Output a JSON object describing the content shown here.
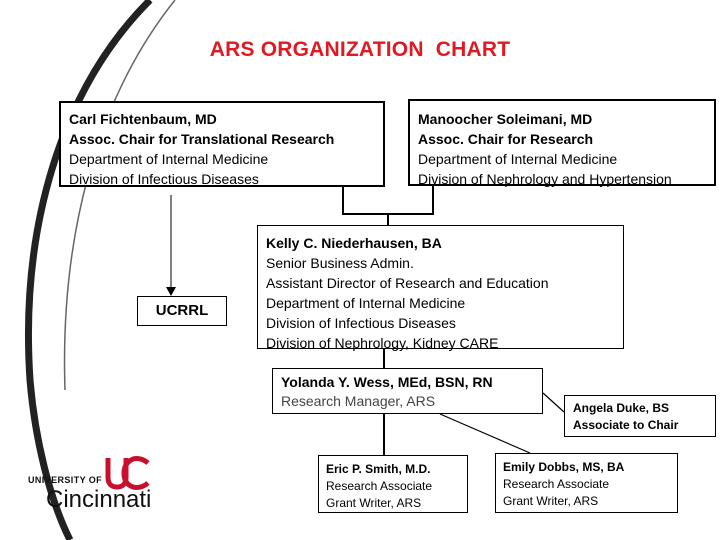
{
  "title": "ARS ORGANIZATION  CHART",
  "nodes": {
    "carl": {
      "name": "Carl Fichtenbaum, MD",
      "role": "Assoc. Chair for Translational Research",
      "dept": "Department of Internal Medicine",
      "division": "Division of Infectious Diseases"
    },
    "manoocher": {
      "name": "Manoocher Soleimani, MD",
      "role": "Assoc. Chair for Research",
      "dept": "Department of Internal Medicine",
      "division": "Division of Nephrology and Hypertension"
    },
    "kelly": {
      "name": "Kelly C. Niederhausen, BA",
      "line1": "Senior Business Admin.",
      "line2": "Assistant Director of Research and Education",
      "line3": "Department of Internal Medicine",
      "line4": "Division of Infectious Diseases",
      "line5": "Division of Nephrology, Kidney CARE"
    },
    "yolanda": {
      "name": "Yolanda Y. Wess, MEd, BSN, RN",
      "role": "Research Manager, ARS"
    },
    "angela": {
      "name": "Angela Duke, BS",
      "role": "Associate to Chair"
    },
    "eric": {
      "name": "Eric P. Smith, M.D.",
      "role": "Research Associate",
      "role2": "Grant Writer, ARS"
    },
    "emily": {
      "name": "Emily Dobbs, MS, BA",
      "role": "Research Associate",
      "role2": "Grant Writer, ARS"
    },
    "ucrrl": {
      "label": "UCRRL"
    }
  },
  "logo": {
    "university_of": "UNIVERSITY OF",
    "city": "Cincinnati"
  },
  "colors": {
    "title": "#e01a22",
    "logo_red": "#c8102e",
    "swoosh": "#222222"
  }
}
